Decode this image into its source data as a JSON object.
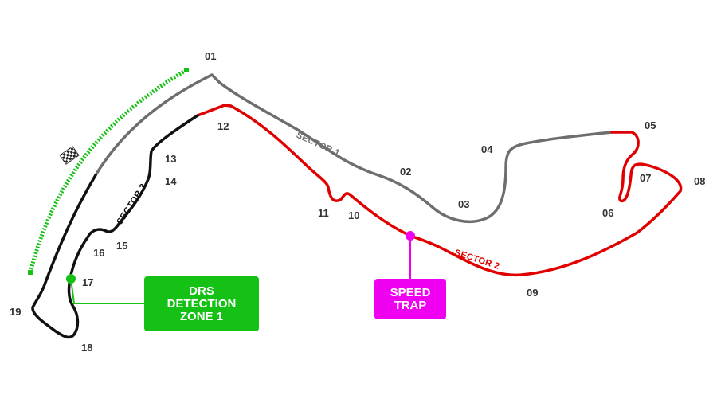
{
  "colors": {
    "sector1": "#6e6e6e",
    "sector2": "#e00000",
    "sector3": "#111111",
    "drs": "#14c114",
    "speed_trap": "#f000f0",
    "label": "#333333",
    "flag": "#222222"
  },
  "turns": [
    "01",
    "02",
    "03",
    "04",
    "05",
    "06",
    "07",
    "08",
    "09",
    "10",
    "11",
    "12",
    "13",
    "14",
    "15",
    "16",
    "17",
    "18",
    "19"
  ],
  "sectors": {
    "s1": "SECTOR 1",
    "s2": "SECTOR 2",
    "s3": "SECTOR 3"
  },
  "drs_callout": {
    "line1": "DRS",
    "line2": "DETECTION",
    "line3": "ZONE 1"
  },
  "speed_trap_callout": {
    "line1": "SPEED",
    "line2": "TRAP"
  },
  "icons": {
    "start_finish": "checkered-flag-icon"
  }
}
